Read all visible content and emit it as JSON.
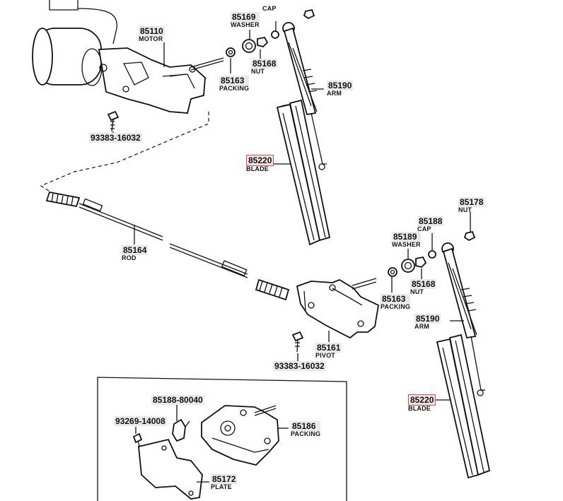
{
  "diagram": {
    "colors": {
      "line": "#111111",
      "label_bg": "#e9e9e9",
      "highlight_border": "#d9534f"
    },
    "parts": [
      {
        "key": "p85168_top_label",
        "number": "85168",
        "name": "CAP"
      },
      {
        "key": "p85169a",
        "number": "85169",
        "name": "WASHER"
      },
      {
        "key": "p85110",
        "number": "85110",
        "name": "MOTOR"
      },
      {
        "key": "p85168a",
        "number": "85168",
        "name": "NUT"
      },
      {
        "key": "p85163a",
        "number": "85163",
        "name": "PACKING"
      },
      {
        "key": "p85190a",
        "number": "85190",
        "name": "ARM"
      },
      {
        "key": "p93383a",
        "number": "93383-16032",
        "name": ""
      },
      {
        "key": "p85220a",
        "number": "85220",
        "name": "BLADE",
        "highlighted": true
      },
      {
        "key": "p85178",
        "number": "85178",
        "name": "NUT"
      },
      {
        "key": "p85188",
        "number": "85188",
        "name": "CAP"
      },
      {
        "key": "p85189b",
        "number": "85189",
        "name": "WASHER"
      },
      {
        "key": "p85164",
        "number": "85164",
        "name": "ROD"
      },
      {
        "key": "p85168b",
        "number": "85168",
        "name": "NUT"
      },
      {
        "key": "p85163b",
        "number": "85163",
        "name": "PACKING"
      },
      {
        "key": "p85190b",
        "number": "85190",
        "name": "ARM"
      },
      {
        "key": "p85161",
        "number": "85161",
        "name": "PIVOT"
      },
      {
        "key": "p93383b",
        "number": "93383-16032",
        "name": ""
      },
      {
        "key": "p85220b",
        "number": "85220",
        "name": "BLADE",
        "highlighted": true
      },
      {
        "key": "p85188_80040",
        "number": "85188-80040",
        "name": ""
      },
      {
        "key": "p93269",
        "number": "93269-14008",
        "name": ""
      },
      {
        "key": "p85186",
        "number": "85186",
        "name": "PACKING"
      },
      {
        "key": "p85172",
        "number": "85172",
        "name": "PLATE"
      }
    ]
  }
}
